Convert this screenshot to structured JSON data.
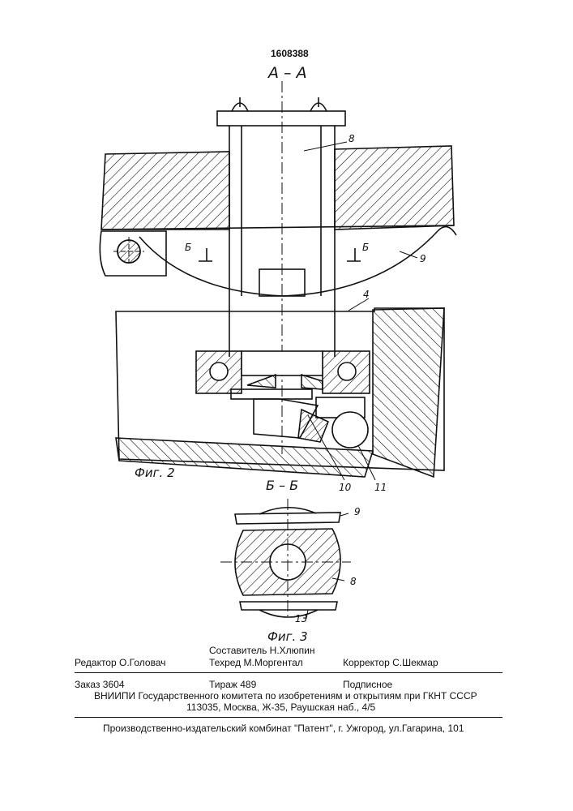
{
  "patent_number": "1608388",
  "section_aa": "А – А",
  "section_bb_marks": [
    "Б",
    "Б"
  ],
  "section_bb_title": "Б – Б",
  "figure_labels": {
    "fig2": "Фиг. 2",
    "fig3": "Фиг. 3"
  },
  "callouts": {
    "n8_top": "8",
    "n9_top": "9",
    "n4": "4",
    "n10": "10",
    "n11": "11",
    "n9_bot": "9",
    "n8_bot": "8",
    "n13": "13"
  },
  "credits": {
    "editor": "Редактор  О.Головач",
    "compiler": "Составитель Н.Хлюпин",
    "techred": "Техред М.Моргентал",
    "corrector": "Корректор  С.Шекмар"
  },
  "order": {
    "order_no": "Заказ  3604",
    "print_run": "Тираж 489",
    "subscription": "Подписное"
  },
  "institution": {
    "line1": "ВНИИПИ Государственного комитета по изобретениям и открытиям при ГКНТ СССР",
    "line2": "113035, Москва, Ж-35, Раушская наб., 4/5"
  },
  "publisher": "Производственно-издательский комбинат \"Патент\", г. Ужгород, ул.Гагарина, 101"
}
